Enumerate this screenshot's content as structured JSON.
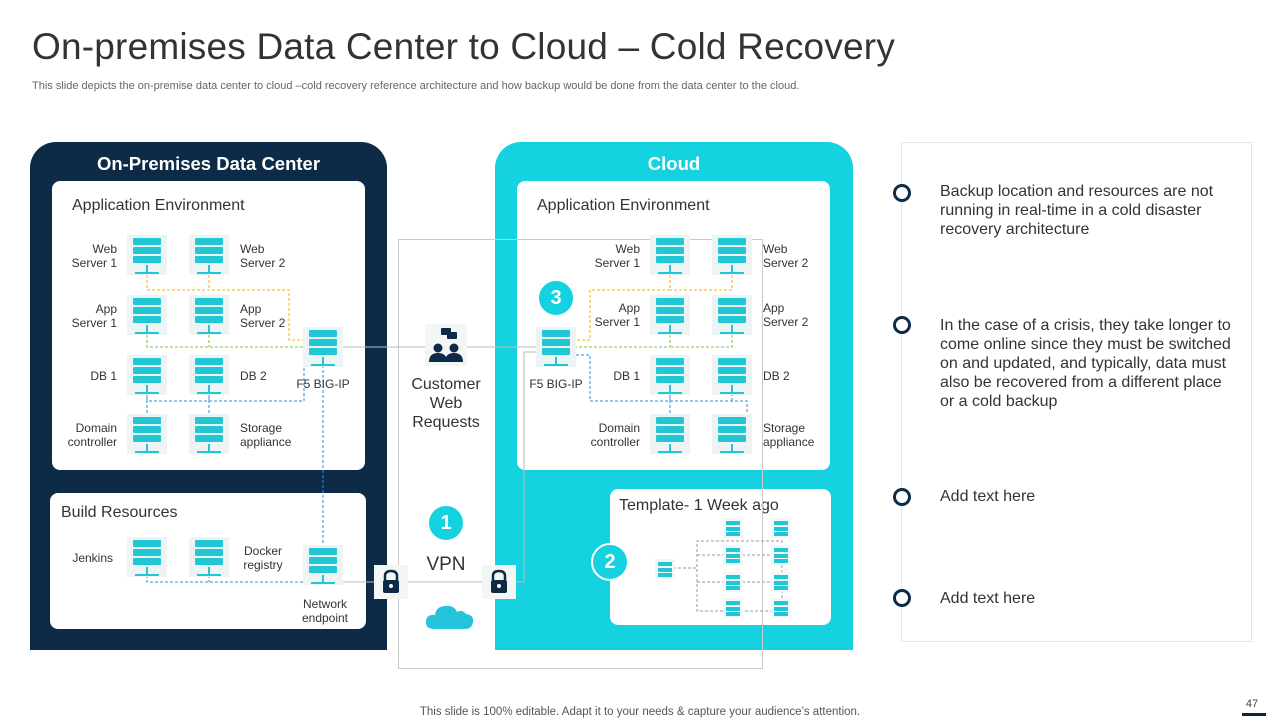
{
  "slide": {
    "title": "On-premises Data Center to Cloud – Cold Recovery",
    "subtitle": "This slide depicts the on-premise data center to cloud –cold recovery reference architecture and how backup would be done from the data center to the cloud.",
    "footer": "This slide is 100% editable. Adapt it to your needs & capture your audience’s attention.",
    "page_number": "47"
  },
  "onprem": {
    "header": "On-Premises Data Center",
    "app_env": {
      "title": "Application Environment",
      "web1": [
        "Web",
        "Server 1"
      ],
      "web2": [
        "Web",
        "Server 2"
      ],
      "app1": [
        "App",
        "Server 1"
      ],
      "app2": [
        "App",
        "Server 2"
      ],
      "db1": "DB 1",
      "db2": "DB 2",
      "domain": [
        "Domain",
        "controller"
      ],
      "storage": [
        "Storage",
        "appliance"
      ]
    },
    "f5": "F5 BIG-IP",
    "build": {
      "title": "Build Resources",
      "jenkins": "Jenkins",
      "docker": [
        "Docker",
        "registry"
      ],
      "network": [
        "Network",
        "endpoint"
      ]
    }
  },
  "middle": {
    "customer": [
      "Customer",
      "Web",
      "Requests"
    ],
    "vpn": "VPN",
    "badge1": "1"
  },
  "cloud": {
    "header": "Cloud",
    "app_env": {
      "title": "Application Environment",
      "web1": [
        "Web",
        "Server 1"
      ],
      "web2": [
        "Web",
        "Server 2"
      ],
      "app1": [
        "App",
        "Server 1"
      ],
      "app2": [
        "App",
        "Server 2"
      ],
      "db1": "DB 1",
      "db2": "DB 2",
      "domain": [
        "Domain",
        "controller"
      ],
      "storage": [
        "Storage",
        "appliance"
      ]
    },
    "f5": "F5 BIG-IP",
    "badge3": "3",
    "badge2": "2",
    "template_title": "Template-  1 Week ago"
  },
  "points": [
    "Backup location and resources are not running in real-time in a cold disaster recovery architecture",
    "In the case of a crisis, they take longer to come online since they must be switched on and updated, and typically, data must also be recovered from a different place or a cold backup",
    "Add text here",
    "Add text here"
  ],
  "colors": {
    "navy": "#0d2a47",
    "cyan": "#14d2e0",
    "yellow_link": "#f0b400",
    "green_link": "#7cc242",
    "blue_link": "#2b8fd6"
  }
}
